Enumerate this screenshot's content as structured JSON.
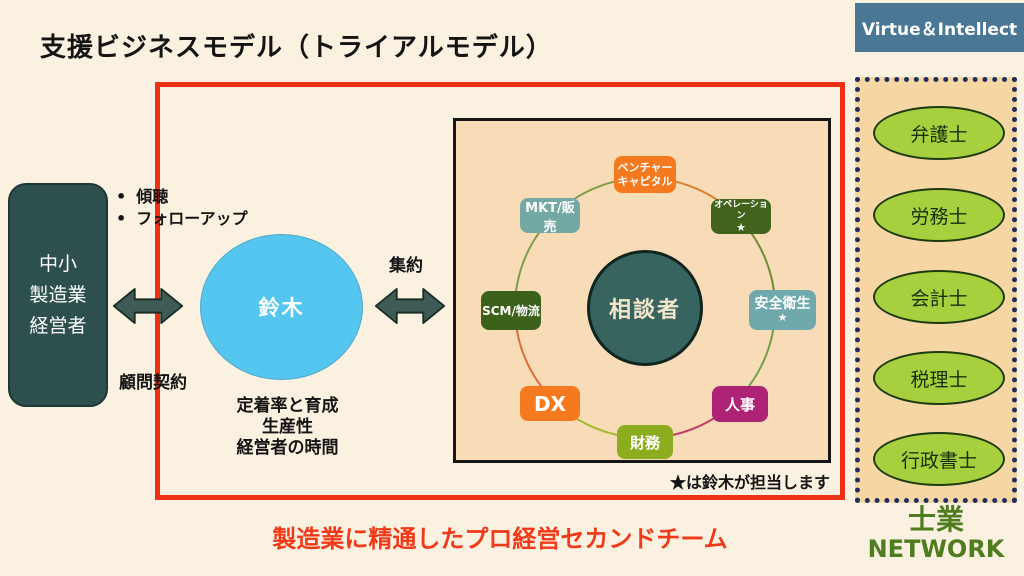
{
  "title": "支援ビジネスモデル（トライアルモデル）",
  "brand_badge": "Virtue＆Intellect",
  "palette": {
    "background": "#FBF1E1",
    "red_frame": "#EE3014",
    "badge_blue": "#4A7793",
    "client_box_teal": "#2D504E",
    "suzuki_blue": "#55C6F0",
    "hub_panel_peach": "#F8DCB8",
    "hub_center_teal": "#386460",
    "orange_node": "#F57A1F",
    "dark_green_node": "#42631C",
    "teal_node": "#74A8A5",
    "magenta_node": "#AF2377",
    "yellow_green_node": "#8CAD1D",
    "network_panel_tan": "#F6D7A3",
    "network_ellipse_green": "#A8CF3D",
    "caption_green": "#4E7C1E",
    "footer_red": "#F03A1A"
  },
  "client_box": {
    "lines": [
      "中小",
      "製造業",
      "経営者"
    ]
  },
  "bullets": {
    "char": "•",
    "items": [
      "傾聴",
      "フォローアップ"
    ]
  },
  "contract_label": "顧問契約",
  "suzuki_label": "鈴木",
  "outcomes": {
    "lines": [
      "定着率と育成",
      "生産性",
      "経営者の時間"
    ]
  },
  "aggregation_label": "集約",
  "hub": {
    "center_label": "相談者",
    "nodes": {
      "venture": {
        "line1": "ベンチャー",
        "line2": "キャピタル"
      },
      "operation": {
        "label": "オペレーション",
        "star": "★"
      },
      "mkt": {
        "label": "MKT/販売"
      },
      "scm": {
        "label": "SCM/物流"
      },
      "safety": {
        "label": "安全衛生",
        "star": "★"
      },
      "dx": {
        "label": "DX"
      },
      "hr": {
        "label": "人事"
      },
      "finance": {
        "label": "財務"
      }
    },
    "note": "★は鈴木が担当します"
  },
  "network_panel": {
    "items": [
      "弁護士",
      "労務士",
      "会計士",
      "税理士",
      "行政書士"
    ],
    "caption_line1": "士業",
    "caption_line2": "NETWORK"
  },
  "footer": "製造業に精通したプロ経営セカンドチーム"
}
